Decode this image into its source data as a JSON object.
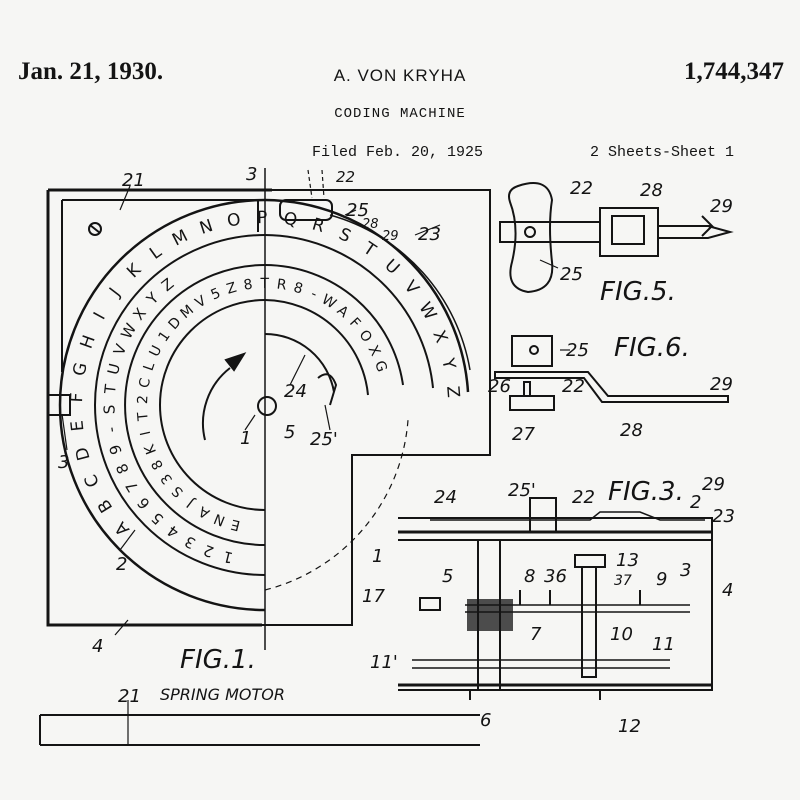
{
  "header": {
    "date": "Jan. 21, 1930.",
    "inventor": "A. VON KRYHA",
    "patent_number": "1,744,347",
    "title": "CODING MACHINE",
    "filed": "Filed Feb. 20, 1925",
    "sheets": "2 Sheets-Sheet 1"
  },
  "figures": {
    "fig1": "FIG.1.",
    "fig3": "FIG.3.",
    "fig5": "FIG.5.",
    "fig6": "FIG.6."
  },
  "captions": {
    "spring_motor": "SPRING MOTOR"
  },
  "rings": {
    "outer": [
      "A",
      "B",
      "C",
      "D",
      "E",
      "F",
      "G",
      "H",
      "I",
      "J",
      "K",
      "L",
      "M",
      "N",
      "O",
      "P",
      "Q",
      "R",
      "S",
      "T",
      "U",
      "V",
      "W",
      "X",
      "Y",
      "Z"
    ],
    "second": [
      "1",
      "2",
      "3",
      "4",
      "5",
      "6",
      "7",
      "8",
      "9",
      "-",
      "S",
      "T",
      "U",
      "V",
      "W",
      "X",
      "Y",
      "Z"
    ],
    "inner": [
      "E",
      "N",
      "A",
      "J",
      "S",
      "3",
      "8",
      "K",
      "I",
      "T",
      "2",
      "C",
      "L",
      "U",
      "1",
      "D",
      "M",
      "V",
      "5",
      "Z",
      "8",
      "T",
      "R",
      "8",
      "-",
      "W",
      "A",
      "F",
      "O",
      "X",
      "G"
    ]
  },
  "reference_numerals": {
    "fig1": [
      "21",
      "3",
      "22",
      "25",
      "28",
      "29",
      "23",
      "3",
      "1",
      "5",
      "24",
      "25'",
      "2",
      "4"
    ],
    "fig3": [
      "24",
      "25'",
      "22",
      "29",
      "2",
      "23",
      "1",
      "5",
      "8",
      "36",
      "13",
      "37",
      "9",
      "3",
      "4",
      "17",
      "7",
      "10",
      "11",
      "11'",
      "6",
      "12"
    ],
    "fig5": [
      "22",
      "28",
      "29",
      "25"
    ],
    "fig6": [
      "25",
      "26",
      "22",
      "29",
      "27",
      "28"
    ],
    "fig2": [
      "21"
    ]
  }
}
